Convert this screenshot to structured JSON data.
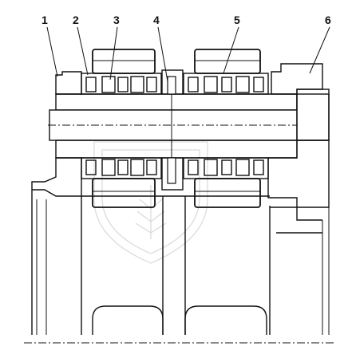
{
  "figure": {
    "type": "technical cross-section drawing",
    "callouts": [
      {
        "id": "1",
        "label": "1"
      },
      {
        "id": "2",
        "label": "2"
      },
      {
        "id": "3",
        "label": "3"
      },
      {
        "id": "4",
        "label": "4"
      },
      {
        "id": "5",
        "label": "5"
      },
      {
        "id": "6",
        "label": "6"
      }
    ],
    "watermark": "shield-emblem",
    "colors": {
      "line": "#111111",
      "hatch": "#111111",
      "background": "#ffffff",
      "watermark": "#d9d9d9"
    }
  }
}
